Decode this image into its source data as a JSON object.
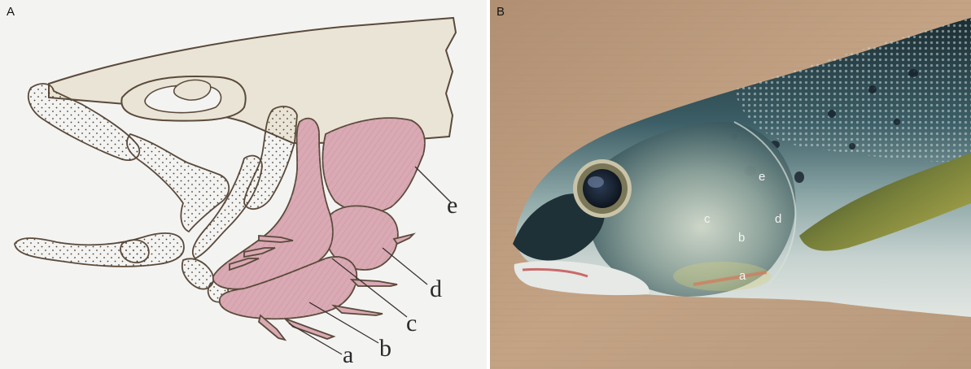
{
  "panels": {
    "a": {
      "letter": "A"
    },
    "b": {
      "letter": "B"
    }
  },
  "diagram_labels": {
    "a": "a",
    "b": "b",
    "c": "c",
    "d": "d",
    "e": "e"
  },
  "photo_labels": {
    "a": "a",
    "b": "b",
    "c": "c",
    "d": "d",
    "e": "e"
  },
  "colors": {
    "bone_fill": "#e9e4d6",
    "muscle_fill": "#d9a9b4",
    "outline": "#5a4a3a",
    "paper": "#f3f3f2",
    "wood": "#b79a7c"
  }
}
